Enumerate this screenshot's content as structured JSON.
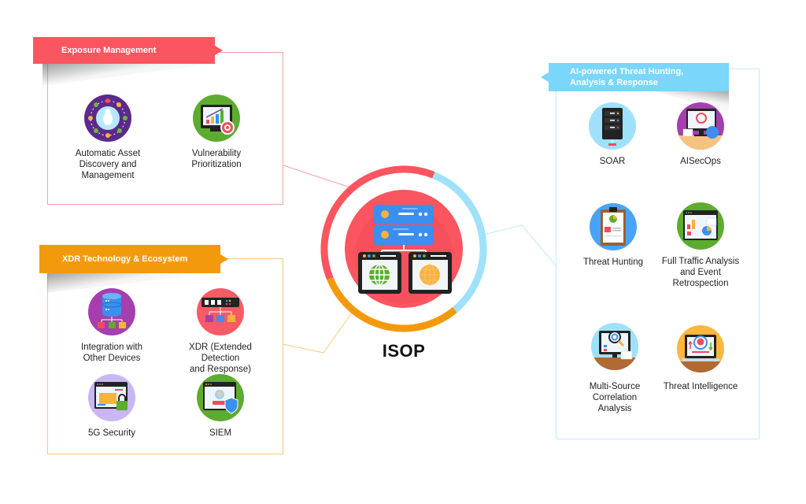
{
  "center": {
    "title": "ISOP",
    "icon": "server-network-globe-icon",
    "ring_colors": {
      "red": "#fb5560",
      "cyan": "#9fe1fb",
      "orange": "#f39a0c"
    }
  },
  "sections": {
    "exposure": {
      "title": "Exposure Management",
      "color": "#fb5560",
      "items": [
        {
          "label_lines": [
            "Automatic Asset",
            "Discovery and",
            "Management"
          ],
          "icon": "bug-network-icon"
        },
        {
          "label_lines": [
            "Vulnerability",
            "Prioritization"
          ],
          "icon": "chart-target-icon"
        }
      ]
    },
    "xdr": {
      "title": "XDR Technology & Ecosystem",
      "color": "#f39a0c",
      "items": [
        {
          "label_lines": [
            "Integration with",
            "Other Devices"
          ],
          "icon": "database-integration-icon"
        },
        {
          "label_lines": [
            "XDR (Extended Detection",
            "and Response)"
          ],
          "icon": "switch-hub-icon"
        },
        {
          "label_lines": [
            "5G Security"
          ],
          "icon": "secure-folder-lock-icon"
        },
        {
          "label_lines": [
            "SIEM"
          ],
          "icon": "user-shield-login-icon"
        }
      ]
    },
    "ai": {
      "title_lines": [
        "AI-powered Threat Hunting,",
        "Analysis & Response"
      ],
      "color": "#7ad6fa",
      "items": [
        {
          "label_lines": [
            "SOAR"
          ],
          "icon": "server-rack-icon"
        },
        {
          "label_lines": [
            "AISecOps"
          ],
          "icon": "ai-monitor-globe-icon"
        },
        {
          "label_lines": [
            "Threat Hunting"
          ],
          "icon": "clipboard-chart-icon"
        },
        {
          "label_lines": [
            "Full Traffic Analysis",
            "and Event",
            "Retrospection"
          ],
          "icon": "dashboard-charts-icon"
        },
        {
          "label_lines": [
            "Multi-Source",
            "Correlation",
            "Analysis"
          ],
          "icon": "monitor-magnifier-icon"
        },
        {
          "label_lines": [
            "Threat Intelligence"
          ],
          "icon": "laptop-skull-icon"
        }
      ]
    }
  }
}
